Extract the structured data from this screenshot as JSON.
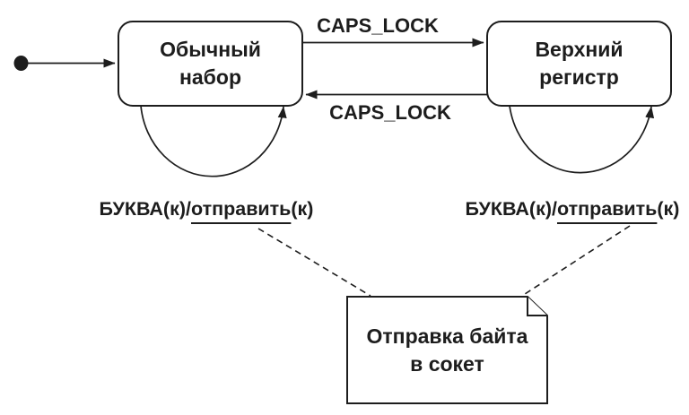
{
  "colors": {
    "ink": "#1d1d1d",
    "background": "#ffffff"
  },
  "states": {
    "normal": {
      "line1": "Обычный",
      "line2": "набор"
    },
    "upper": {
      "line1": "Верхний",
      "line2": "регистр"
    }
  },
  "transitions": {
    "caps_lock_forward": "CAPS_LOCK",
    "caps_lock_back": "CAPS_LOCK"
  },
  "self_transition_left": {
    "trigger": "БУКВА(к)/",
    "action": "отправить",
    "suffix": "(к)"
  },
  "self_transition_right": {
    "trigger": "БУКВА(к)/",
    "action": "отправить",
    "suffix": "(к)"
  },
  "note": {
    "line1": "Отправка байта",
    "line2": "в сокет"
  }
}
